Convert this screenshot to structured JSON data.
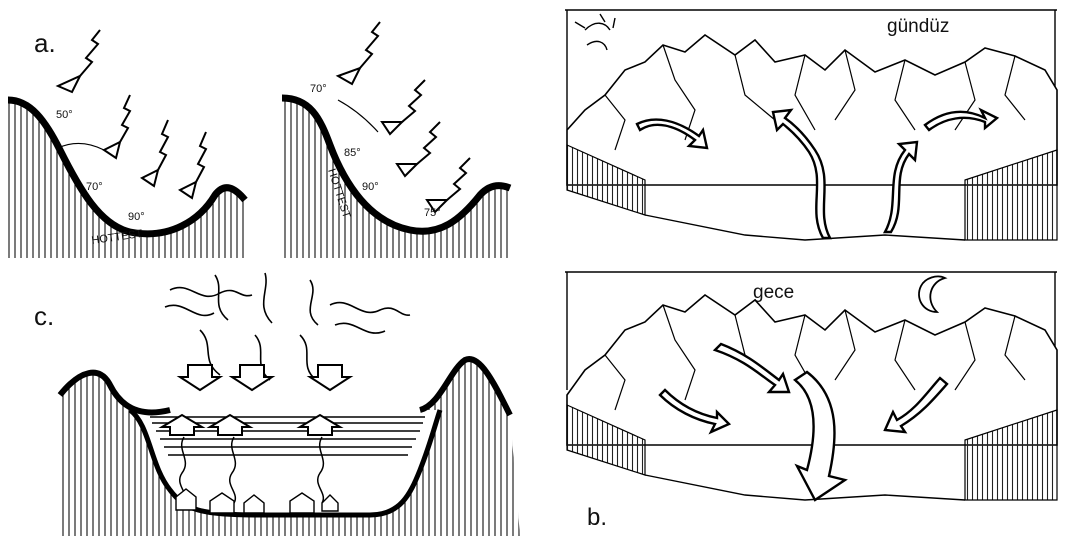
{
  "panel_a": {
    "label": "a.",
    "left_valley": {
      "angles": [
        "50°",
        "70°",
        "90°"
      ],
      "hottest": "HOTTEST"
    },
    "right_valley": {
      "angles": [
        "70°",
        "85°",
        "90°",
        "75°"
      ],
      "hottest": "HOTTEST"
    }
  },
  "panel_b": {
    "label": "b.",
    "day_caption": "gündüz",
    "night_caption": "gece"
  },
  "panel_c": {
    "label": "c."
  }
}
